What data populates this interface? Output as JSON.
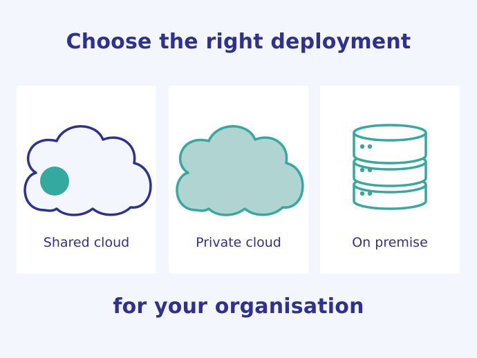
{
  "header": {
    "title": "Choose the right deployment"
  },
  "footer": {
    "subtitle": "for your organisation"
  },
  "options": [
    {
      "label": "Shared cloud",
      "icon": "shared-cloud-icon"
    },
    {
      "label": "Private cloud",
      "icon": "private-cloud-icon"
    },
    {
      "label": "On premise",
      "icon": "server-stack-icon"
    }
  ],
  "colors": {
    "background": "#f3f6fc",
    "card": "#ffffff",
    "navy": "#2e3192",
    "teal": "#33a99f",
    "teal_light": "#b0d4d2"
  }
}
